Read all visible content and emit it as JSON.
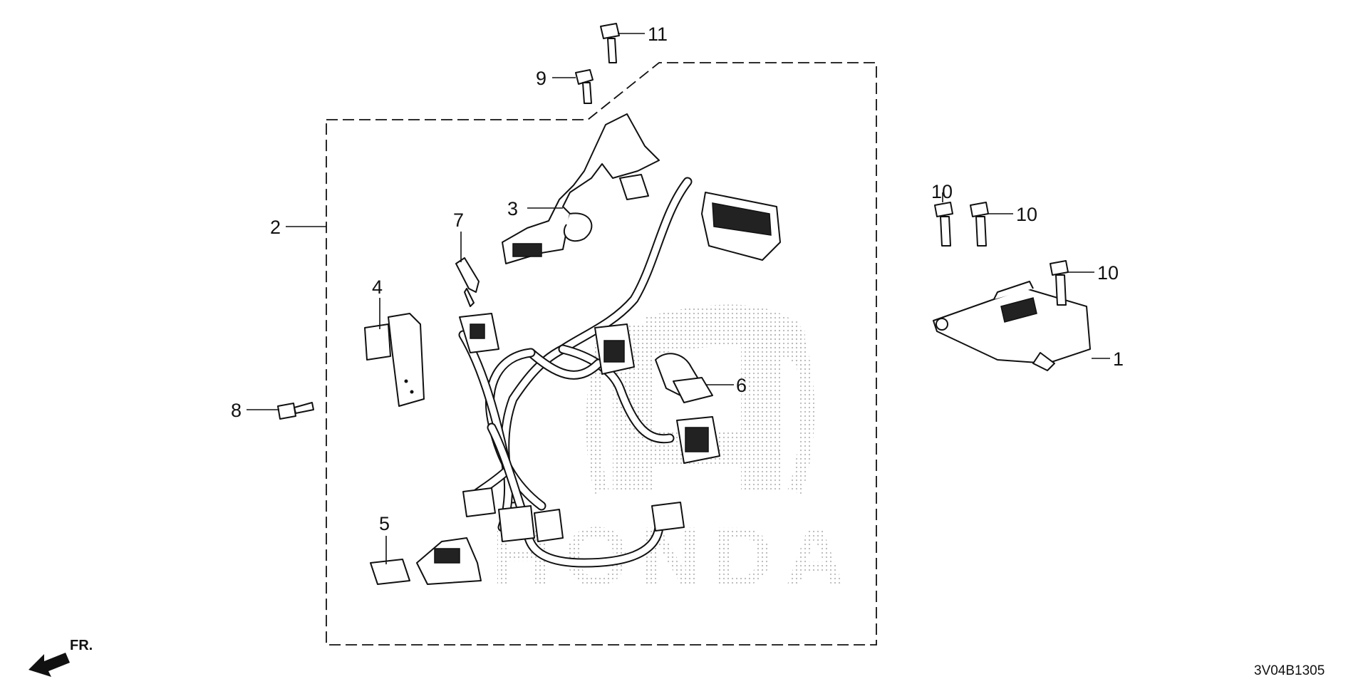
{
  "diagram": {
    "callouts": [
      {
        "key": "c1",
        "text": "1"
      },
      {
        "key": "c2",
        "text": "2"
      },
      {
        "key": "c3",
        "text": "3"
      },
      {
        "key": "c4",
        "text": "4"
      },
      {
        "key": "c5",
        "text": "5"
      },
      {
        "key": "c6",
        "text": "6"
      },
      {
        "key": "c7",
        "text": "7"
      },
      {
        "key": "c8",
        "text": "8"
      },
      {
        "key": "c9",
        "text": "9"
      },
      {
        "key": "c10a",
        "text": "10"
      },
      {
        "key": "c10b",
        "text": "10"
      },
      {
        "key": "c10c",
        "text": "10"
      },
      {
        "key": "c11",
        "text": "11"
      }
    ],
    "direction_label": "FR.",
    "diagram_code": "3V04B1305",
    "watermark": "HONDA"
  }
}
